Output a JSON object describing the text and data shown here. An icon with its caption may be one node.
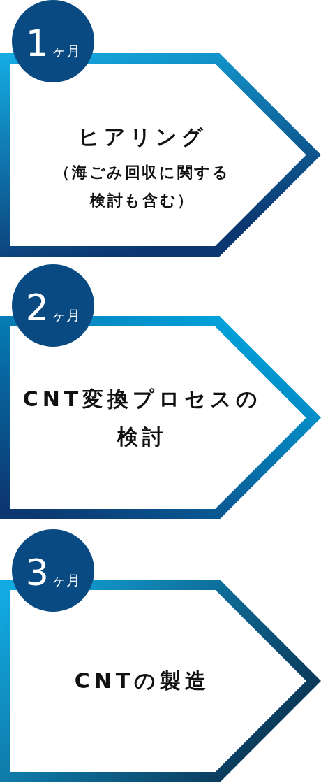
{
  "diagram": {
    "nodes": [
      {
        "text": [
          "1ヶ月"
        ]
      },
      {
        "text": [
          "ヒアリング",
          "（海ごみ回収に関する検討も含む）"
        ]
      },
      {
        "text": [
          "2ヶ月"
        ]
      },
      {
        "text": [
          "CNT変換プロセスの検討"
        ]
      },
      {
        "text": [
          "3ヶ月"
        ]
      },
      {
        "text": [
          "CNTの製造"
        ]
      }
    ]
  }
}
